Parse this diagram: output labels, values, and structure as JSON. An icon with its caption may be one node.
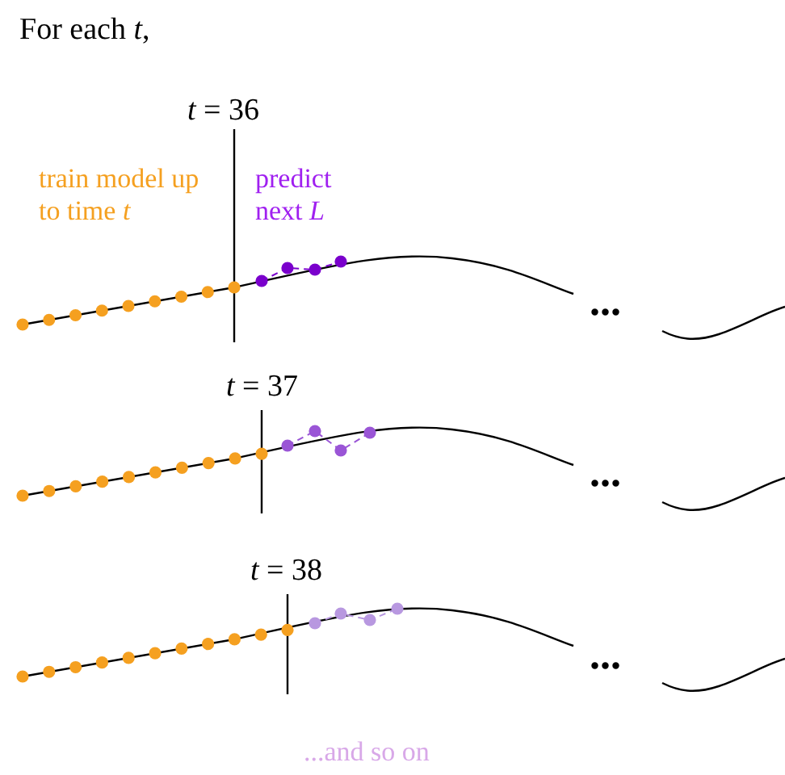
{
  "diagram": {
    "title": "For each *t*,",
    "labels": [
      "*t* = 36",
      "train model up to time *t*",
      "predict next *L*",
      "...",
      "*t* = 37",
      "...",
      "*t* = 38",
      "...",
      "...and so on"
    ]
  }
}
